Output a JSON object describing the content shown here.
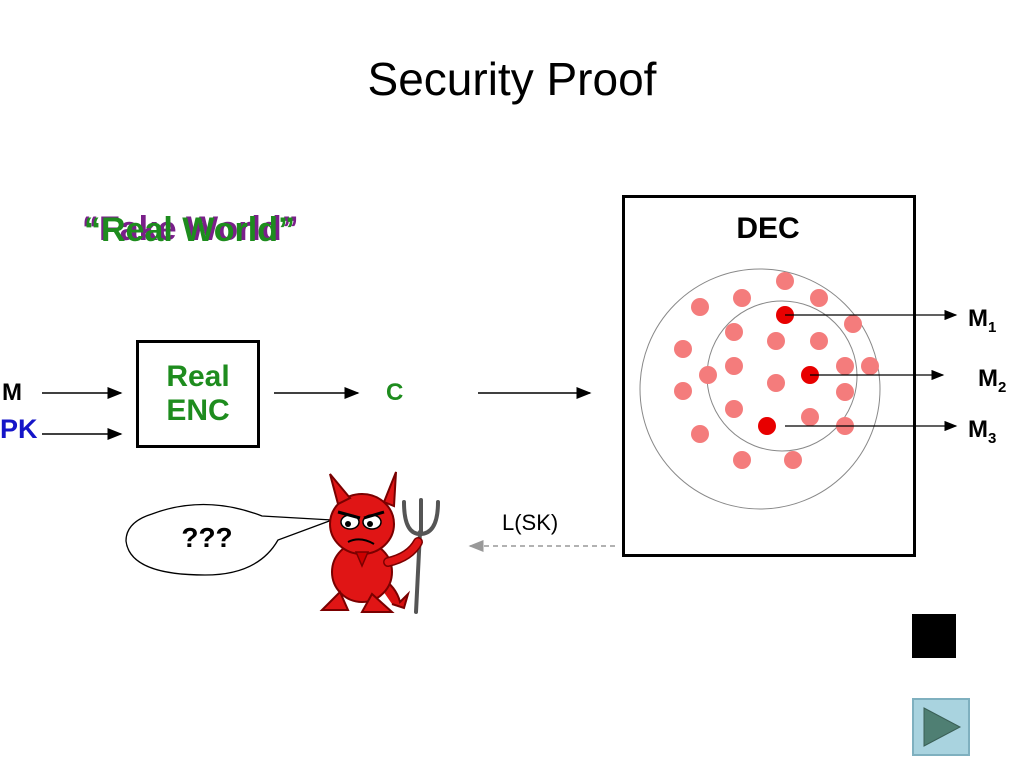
{
  "title": "Security Proof",
  "world": {
    "fake_label": "“Fake World”",
    "real_label": "“Real World”"
  },
  "enc": {
    "line1": "Real",
    "line2": "ENC"
  },
  "inputs": {
    "m": "M",
    "pk": "PK"
  },
  "ciphertext": "C",
  "dec": {
    "label": "DEC"
  },
  "outputs": [
    {
      "base": "M",
      "sub": "1"
    },
    {
      "base": "M",
      "sub": "2"
    },
    {
      "base": "M",
      "sub": "3"
    }
  ],
  "adversary": {
    "speech": "???",
    "leak_label": "L(SK)"
  },
  "colors": {
    "green": "#1e8c1e",
    "purple": "#7a1f8a",
    "blue": "#1515c8",
    "dot_light": "#f47c7c",
    "dot_dark": "#e80000",
    "nav_button": "#a9d3df"
  },
  "icons": {
    "devil": "devil-icon",
    "next": "play-triangle-icon"
  }
}
